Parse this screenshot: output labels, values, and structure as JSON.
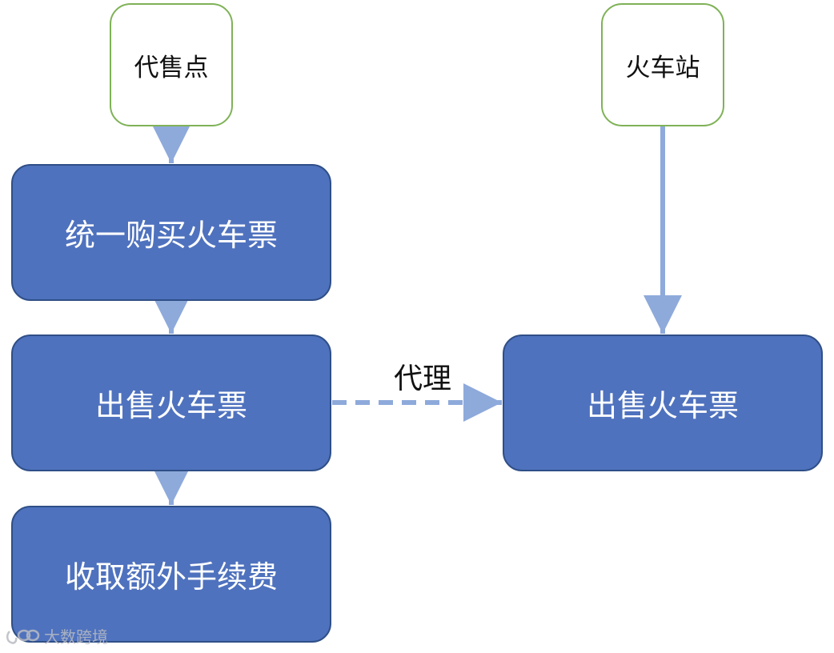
{
  "diagram": {
    "nodes": {
      "agent": {
        "label": "代售点"
      },
      "station": {
        "label": "火车站"
      },
      "bulk_purchase": {
        "label": "统一购买火车票"
      },
      "agent_sell": {
        "label": "出售火车票"
      },
      "extra_fee": {
        "label": "收取额外手续费"
      },
      "station_sell": {
        "label": "出售火车票"
      }
    },
    "edges": [
      {
        "from": "agent",
        "to": "bulk_purchase",
        "style": "solid"
      },
      {
        "from": "bulk_purchase",
        "to": "agent_sell",
        "style": "solid"
      },
      {
        "from": "agent_sell",
        "to": "extra_fee",
        "style": "solid"
      },
      {
        "from": "station",
        "to": "station_sell",
        "style": "solid"
      },
      {
        "from": "agent_sell",
        "to": "station_sell",
        "style": "dashed",
        "label": "代理"
      }
    ],
    "colors": {
      "actor_border": "#7fb257",
      "process_fill": "#4f72be",
      "process_border": "#2f4f87",
      "arrow": "#8eaadb"
    }
  },
  "watermark": {
    "text": "大数跨境",
    "icon": "brand-logo-icon"
  }
}
